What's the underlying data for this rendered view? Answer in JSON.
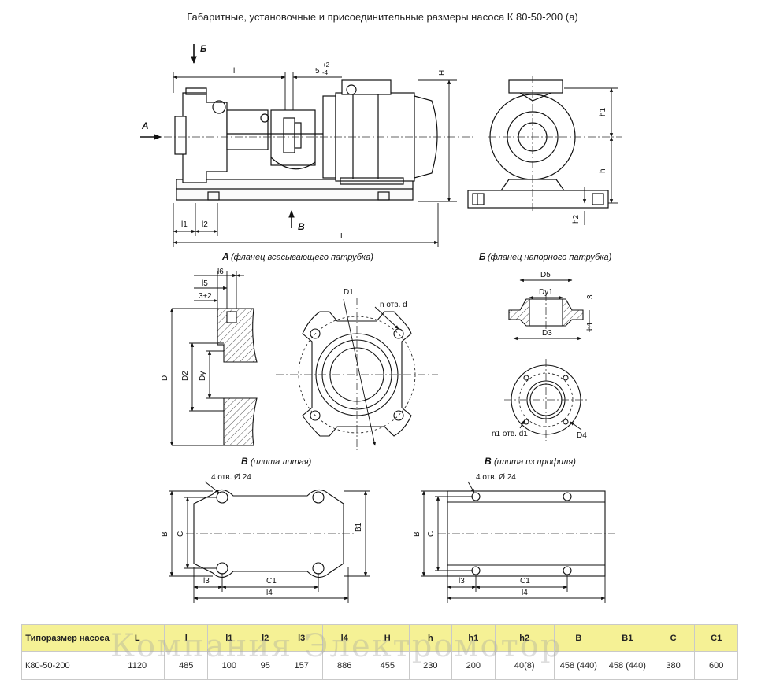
{
  "title": "Габаритные, установочные и присоединительные размеры насоса К 80-50-200 (а)",
  "labels": {
    "arrow_a": "А",
    "arrow_b_top": "Б",
    "arrow_v": "В",
    "dim_l": "l",
    "dim_gap": "5",
    "dim_gap_sup": "+2",
    "dim_gap_sub": "-4",
    "dim_H": "H",
    "dim_l1": "l1",
    "dim_l2": "l2",
    "dim_L": "L",
    "dim_h1": "h1",
    "dim_h": "h",
    "dim_h2": "h2",
    "view_a_letter": "А",
    "view_a_text": "(фланец всасывающего патрубка)",
    "view_b_letter": "Б",
    "view_b_text": "(фланец напорного патрубка)",
    "l6": "l6",
    "l5": "l5",
    "l3pm2": "3±2",
    "D": "D",
    "D2": "D2",
    "Dy": "Dy",
    "D1": "D1",
    "n_otv_d": "n отв. d",
    "D5": "D5",
    "Dy1": "Dy1",
    "three": "3",
    "b1": "b1",
    "D3": "D3",
    "n1_otv_d1": "n1 отв. d1",
    "D4": "D4",
    "view_v1_letter": "В",
    "view_v1_text": "(плита литая)",
    "view_v2_letter": "В",
    "view_v2_text": "(плита из профиля)",
    "holes": "4 отв. Ø 24",
    "B": "B",
    "C": "C",
    "B1": "B1",
    "l3": "l3",
    "C1": "C1",
    "l4": "l4"
  },
  "table": {
    "headers": [
      "Типоразмер насоса",
      "L",
      "l",
      "l1",
      "l2",
      "l3",
      "l4",
      "H",
      "h",
      "h1",
      "h2",
      "B",
      "B1",
      "C",
      "C1"
    ],
    "rows": [
      [
        "К80-50-200",
        "1120",
        "485",
        "100",
        "95",
        "157",
        "886",
        "455",
        "230",
        "200",
        "40(8)",
        "458 (440)",
        "458 (440)",
        "380",
        "600"
      ]
    ]
  },
  "watermark": "Компания Электромотор"
}
